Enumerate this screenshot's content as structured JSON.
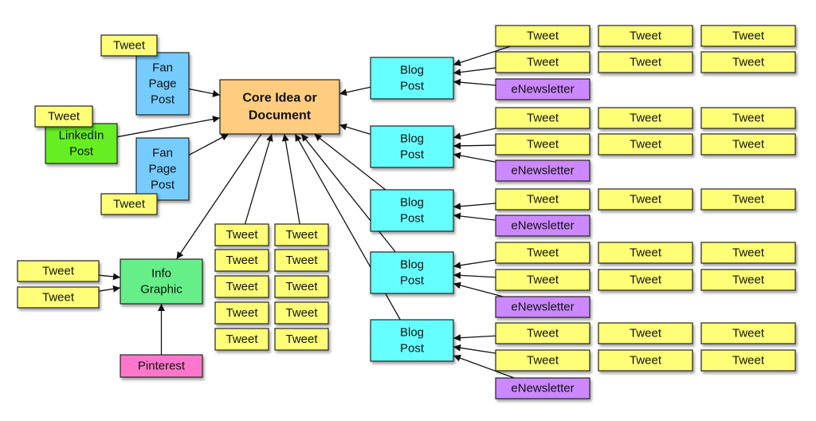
{
  "colors": {
    "core": "#ffcc80",
    "tweet": "#ffff77",
    "blog": "#66ffff",
    "enewsletter": "#cc88ff",
    "fan_page": "#77ccff",
    "linkedin": "#66ee22",
    "infographic": "#66ee88",
    "pinterest": "#ff77cc"
  },
  "nodes": {
    "core": {
      "lines": [
        "Core Idea or",
        "Document"
      ],
      "color": "core"
    },
    "fan1": {
      "lines": [
        "Fan",
        "Page",
        "Post"
      ],
      "color": "fan_page"
    },
    "fan2": {
      "lines": [
        "Fan",
        "Page",
        "Post"
      ],
      "color": "fan_page"
    },
    "linkedin": {
      "lines": [
        "LinkedIn",
        "Post"
      ],
      "color": "linkedin"
    },
    "info": {
      "lines": [
        "Info",
        "Graphic"
      ],
      "color": "infographic"
    },
    "pinterest": {
      "lines": [
        "Pinterest"
      ],
      "color": "pinterest"
    },
    "blog1": {
      "lines": [
        "Blog",
        "Post"
      ],
      "color": "blog"
    },
    "blog2": {
      "lines": [
        "Blog",
        "Post"
      ],
      "color": "blog"
    },
    "blog3": {
      "lines": [
        "Blog",
        "Post"
      ],
      "color": "blog"
    },
    "blog4": {
      "lines": [
        "Blog",
        "Post"
      ],
      "color": "blog"
    },
    "blog5": {
      "lines": [
        "Blog",
        "Post"
      ],
      "color": "blog"
    },
    "enews1": {
      "lines": [
        "eNewsletter"
      ],
      "color": "enewsletter"
    },
    "enews2": {
      "lines": [
        "eNewsletter"
      ],
      "color": "enewsletter"
    },
    "enews3": {
      "lines": [
        "eNewsletter"
      ],
      "color": "enewsletter"
    },
    "enews4": {
      "lines": [
        "eNewsletter"
      ],
      "color": "enewsletter"
    },
    "enews5": {
      "lines": [
        "eNewsletter"
      ],
      "color": "enewsletter"
    },
    "t_fan1": {
      "lines": [
        "Tweet"
      ],
      "color": "tweet"
    },
    "t_fan2": {
      "lines": [
        "Tweet"
      ],
      "color": "tweet"
    },
    "t_li": {
      "lines": [
        "Tweet"
      ],
      "color": "tweet"
    },
    "t_info1": {
      "lines": [
        "Tweet"
      ],
      "color": "tweet"
    },
    "t_info2": {
      "lines": [
        "Tweet"
      ],
      "color": "tweet"
    },
    "t_g1": {
      "lines": [
        "Tweet"
      ],
      "color": "tweet"
    },
    "t_g2": {
      "lines": [
        "Tweet"
      ],
      "color": "tweet"
    },
    "t_g3": {
      "lines": [
        "Tweet"
      ],
      "color": "tweet"
    },
    "t_g4": {
      "lines": [
        "Tweet"
      ],
      "color": "tweet"
    },
    "t_g5": {
      "lines": [
        "Tweet"
      ],
      "color": "tweet"
    },
    "t_g6": {
      "lines": [
        "Tweet"
      ],
      "color": "tweet"
    },
    "t_g7": {
      "lines": [
        "Tweet"
      ],
      "color": "tweet"
    },
    "t_g8": {
      "lines": [
        "Tweet"
      ],
      "color": "tweet"
    },
    "t_g9": {
      "lines": [
        "Tweet"
      ],
      "color": "tweet"
    },
    "t_g10": {
      "lines": [
        "Tweet"
      ],
      "color": "tweet"
    },
    "t_b1_r1_c1": {
      "lines": [
        "Tweet"
      ],
      "color": "tweet"
    },
    "t_b1_r1_c2": {
      "lines": [
        "Tweet"
      ],
      "color": "tweet"
    },
    "t_b1_r1_c3": {
      "lines": [
        "Tweet"
      ],
      "color": "tweet"
    },
    "t_b1_r2_c1": {
      "lines": [
        "Tweet"
      ],
      "color": "tweet"
    },
    "t_b1_r2_c2": {
      "lines": [
        "Tweet"
      ],
      "color": "tweet"
    },
    "t_b1_r2_c3": {
      "lines": [
        "Tweet"
      ],
      "color": "tweet"
    },
    "t_b2_r1_c1": {
      "lines": [
        "Tweet"
      ],
      "color": "tweet"
    },
    "t_b2_r1_c2": {
      "lines": [
        "Tweet"
      ],
      "color": "tweet"
    },
    "t_b2_r1_c3": {
      "lines": [
        "Tweet"
      ],
      "color": "tweet"
    },
    "t_b2_r2_c1": {
      "lines": [
        "Tweet"
      ],
      "color": "tweet"
    },
    "t_b2_r2_c2": {
      "lines": [
        "Tweet"
      ],
      "color": "tweet"
    },
    "t_b2_r2_c3": {
      "lines": [
        "Tweet"
      ],
      "color": "tweet"
    },
    "t_b3_r1_c1": {
      "lines": [
        "Tweet"
      ],
      "color": "tweet"
    },
    "t_b3_r1_c2": {
      "lines": [
        "Tweet"
      ],
      "color": "tweet"
    },
    "t_b3_r1_c3": {
      "lines": [
        "Tweet"
      ],
      "color": "tweet"
    },
    "t_b4_r1_c1": {
      "lines": [
        "Tweet"
      ],
      "color": "tweet"
    },
    "t_b4_r1_c2": {
      "lines": [
        "Tweet"
      ],
      "color": "tweet"
    },
    "t_b4_r1_c3": {
      "lines": [
        "Tweet"
      ],
      "color": "tweet"
    },
    "t_b4_r2_c1": {
      "lines": [
        "Tweet"
      ],
      "color": "tweet"
    },
    "t_b4_r2_c2": {
      "lines": [
        "Tweet"
      ],
      "color": "tweet"
    },
    "t_b4_r2_c3": {
      "lines": [
        "Tweet"
      ],
      "color": "tweet"
    },
    "t_b5_r1_c1": {
      "lines": [
        "Tweet"
      ],
      "color": "tweet"
    },
    "t_b5_r1_c2": {
      "lines": [
        "Tweet"
      ],
      "color": "tweet"
    },
    "t_b5_r1_c3": {
      "lines": [
        "Tweet"
      ],
      "color": "tweet"
    },
    "t_b5_r2_c1": {
      "lines": [
        "Tweet"
      ],
      "color": "tweet"
    },
    "t_b5_r2_c2": {
      "lines": [
        "Tweet"
      ],
      "color": "tweet"
    },
    "t_b5_r2_c3": {
      "lines": [
        "Tweet"
      ],
      "color": "tweet"
    }
  },
  "edges": [
    [
      "fan1",
      "core"
    ],
    [
      "linkedin",
      "core"
    ],
    [
      "fan2",
      "core"
    ],
    [
      "core",
      "info"
    ],
    [
      "t_g1",
      "core"
    ],
    [
      "t_g2",
      "core"
    ],
    [
      "blog1",
      "core"
    ],
    [
      "blog2",
      "core"
    ],
    [
      "blog3",
      "core"
    ],
    [
      "blog4",
      "core"
    ],
    [
      "blog5",
      "core"
    ],
    [
      "t_info1",
      "info"
    ],
    [
      "t_info2",
      "info"
    ],
    [
      "pinterest",
      "info"
    ],
    [
      "t_b1_r1_c1",
      "blog1"
    ],
    [
      "t_b1_r2_c1",
      "blog1"
    ],
    [
      "enews1",
      "blog1"
    ],
    [
      "t_b2_r1_c1",
      "blog2"
    ],
    [
      "t_b2_r2_c1",
      "blog2"
    ],
    [
      "enews2",
      "blog2"
    ],
    [
      "t_b3_r1_c1",
      "blog3"
    ],
    [
      "enews3",
      "blog3"
    ],
    [
      "t_b4_r1_c1",
      "blog4"
    ],
    [
      "t_b4_r2_c1",
      "blog4"
    ],
    [
      "enews4",
      "blog4"
    ],
    [
      "t_b5_r1_c1",
      "blog5"
    ],
    [
      "t_b5_r2_c1",
      "blog5"
    ],
    [
      "enews5",
      "blog5"
    ]
  ]
}
